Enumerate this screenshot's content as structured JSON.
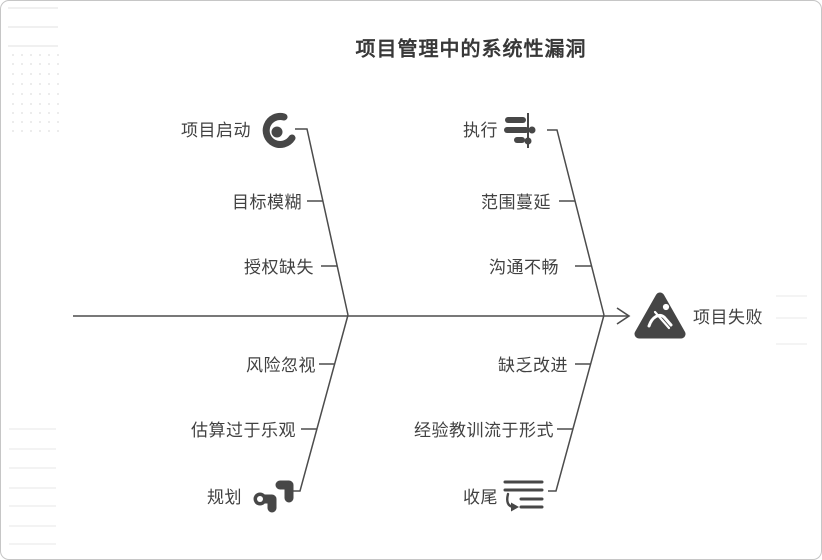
{
  "title": "项目管理中的系统性漏洞",
  "effect": {
    "label": "项目失败",
    "icon": "construction-warning-icon"
  },
  "branches": [
    {
      "id": "top-left",
      "label": "项目启动",
      "icon": "launch-swirl-icon",
      "causes": [
        "目标模糊",
        "授权缺失"
      ]
    },
    {
      "id": "top-right",
      "label": "执行",
      "icon": "gantt-sliders-icon",
      "causes": [
        "范围蔓延",
        "沟通不畅"
      ]
    },
    {
      "id": "bottom-left",
      "label": "规划",
      "icon": "route-plan-icon",
      "causes": [
        "风险忽视",
        "估算过于乐观"
      ]
    },
    {
      "id": "bottom-right",
      "label": "收尾",
      "icon": "list-wrap-down-icon",
      "causes": [
        "缺乏改进",
        "经验教训流于形式"
      ]
    }
  ],
  "colors": {
    "line": "#4c4c4c",
    "icon": "#474747",
    "text": "#414141",
    "title": "#383838",
    "background": "#ffffff",
    "pattern": "#ececec"
  }
}
